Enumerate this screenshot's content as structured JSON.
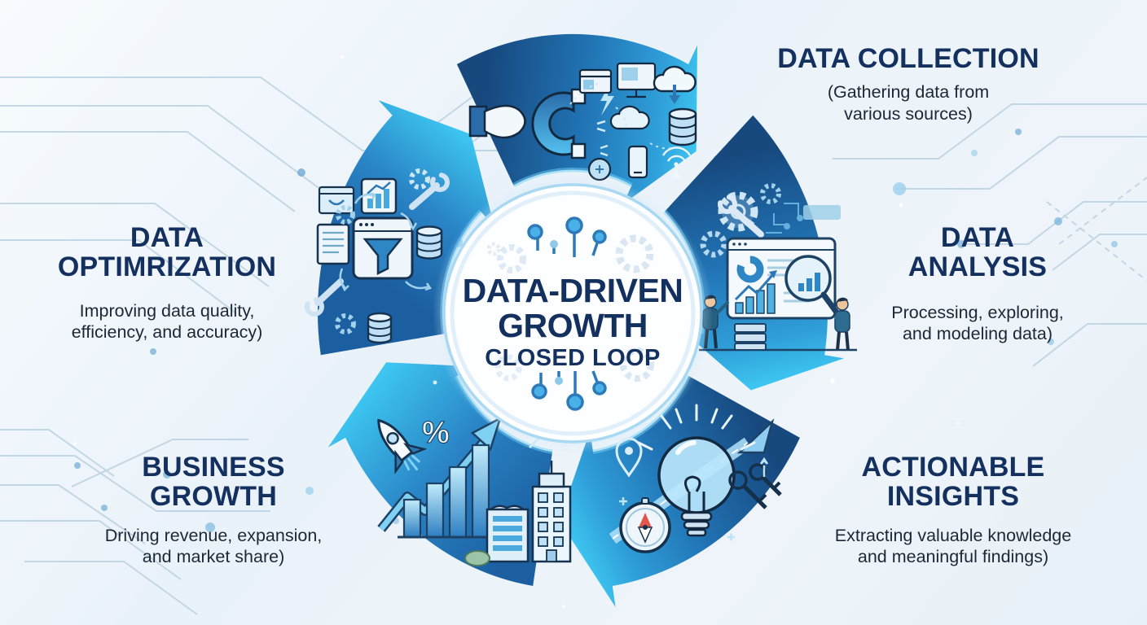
{
  "center": {
    "title": "DATA-DRIVEN\nGROWTH",
    "subtitle": "CLOSED LOOP"
  },
  "stages": {
    "collection": {
      "title": "DATA COLLECTION",
      "subtitle": "(Gathering data from\nvarious sources)",
      "icons": [
        "hand-icon",
        "magnet-icon",
        "browser-window-icon",
        "monitor-icon",
        "cloud-download-icon",
        "cloud-icon",
        "database-icon",
        "smartphone-icon",
        "antenna-icon",
        "lightning-icon"
      ]
    },
    "analysis": {
      "title": "DATA\nANALYSIS",
      "subtitle": "Processing, exploring,\nand modeling data)",
      "icons": [
        "gear-icon",
        "wrench-icon",
        "dashboard-icon",
        "pie-chart-icon",
        "bar-chart-icon",
        "magnifier-icon",
        "analyst-person-icon",
        "circuit-trace-icon"
      ]
    },
    "insights": {
      "title": "ACTIONABLE\nINSIGHTS",
      "subtitle": "Extracting valuable knowledge\nand meaningful findings)",
      "icons": [
        "lightbulb-icon",
        "location-pin-icon",
        "compass-icon",
        "keys-icon",
        "road-arrow-icon"
      ]
    },
    "growth": {
      "title": "BUSINESS\nGROWTH",
      "subtitle": "Driving revenue, expansion,\nand market share)",
      "percent_label": "%",
      "icons": [
        "rocket-icon",
        "percent-icon",
        "growth-arrow-icon",
        "bar-chart-icon",
        "buildings-icon"
      ]
    },
    "optimization": {
      "title": "DATA\nOPTIMRIZATION",
      "subtitle": "Improving data quality,\nefficiency, and accuracy)",
      "icons": [
        "funnel-icon",
        "wrench-icon",
        "gear-icon",
        "database-icon",
        "document-icon",
        "chart-card-icon",
        "browser-window-icon",
        "cycle-arrows-icon"
      ]
    }
  },
  "colors": {
    "heading": "#14305f",
    "body_text": "#1d2734",
    "segment_dark": "#17497f",
    "segment_mid": "#2173b4",
    "segment_bright": "#3ec8f2",
    "center_ring": "#b3ddf3",
    "background": "#edf3f9"
  }
}
